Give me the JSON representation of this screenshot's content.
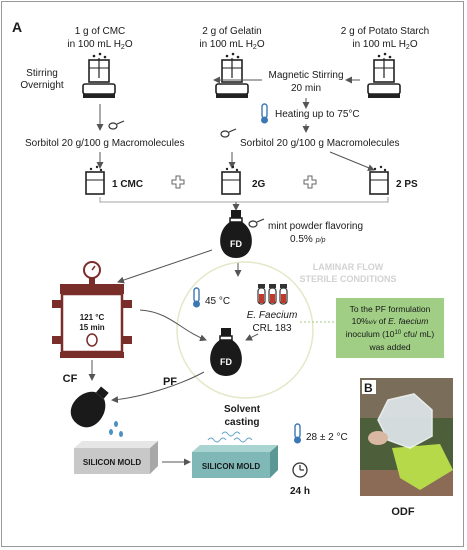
{
  "panel_labels": {
    "a": "A",
    "b": "B"
  },
  "ingredients": {
    "cmc": {
      "line1": "1 g of CMC",
      "line2_pre": "in 100 mL H",
      "line2_sub": "2",
      "line2_post": "O"
    },
    "gelatin": {
      "line1": "2 g of Gelatin",
      "line2_pre": "in 100 mL H",
      "line2_sub": "2",
      "line2_post": "O"
    },
    "starch": {
      "line1": "2 g of Potato Starch",
      "line2_pre": "in 100 mL H",
      "line2_sub": "2",
      "line2_post": "O"
    }
  },
  "steps": {
    "stirring_overnight_1": "Stirring",
    "stirring_overnight_2": "Overnight",
    "magnetic_1": "Magnetic Stirring",
    "magnetic_2": "20 min",
    "heating": "Heating up to 75°C",
    "sorbitol_left": "Sorbitol 20 g/100 g Macromolecules",
    "sorbitol_right": "Sorbitol 20 g/100 g Macromolecules"
  },
  "formulations": {
    "cmc": "1 CMC",
    "gelatin": "2G",
    "starch": "2 PS"
  },
  "flavor": {
    "line1": "mint powder flavoring",
    "line2": "0.5%",
    "unit": "p/p"
  },
  "fd_label": "FD",
  "laminar": {
    "line1": "LAMINAR FLOW",
    "line2": "STERILE CONDITIONS"
  },
  "autoclave": {
    "temp": "121 °C",
    "time": "15 min",
    "label": "CF"
  },
  "incubation": {
    "temp": "45 °C",
    "species": "E. Faecium",
    "strain": "CRL 183"
  },
  "note": {
    "line1": "To the PF formulation",
    "line2_pre": "10%",
    "line2_unit": "v/v",
    "line2_mid": " of ",
    "line2_species": "E. faecium",
    "line3_pre": "inoculum (10",
    "line3_sup": "10",
    "line3_post": " cfu/ mL)",
    "line4": "was added"
  },
  "pf_label": "PF",
  "molds": {
    "left": "SILICON MOLD",
    "right": "SILICON MOLD"
  },
  "casting": {
    "line1": "Solvent",
    "line2": "casting"
  },
  "drying": {
    "temp": "28 ± 2 °C",
    "time": "24 h"
  },
  "odf_label": "ODF",
  "colors": {
    "note_green": "#9fce84",
    "mold_gray": "#c8c8c8",
    "mold_teal": "#7fb8b6",
    "autoclave_red": "#7a2e2a",
    "tube_red": "#c0392b",
    "thermo_blue": "#3a78b5"
  }
}
